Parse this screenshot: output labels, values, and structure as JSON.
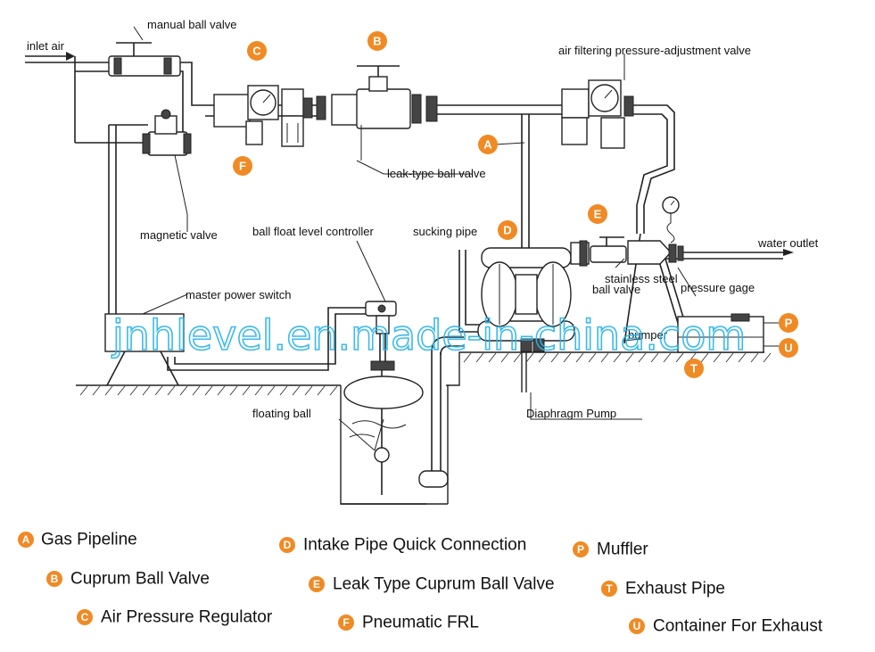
{
  "labels": {
    "inlet_air": "inlet air",
    "manual_ball_valve": "manual ball valve",
    "air_filtering_valve": "air filtering pressure-adjustment valve",
    "leak_type_ball_valve": "leak-type ball valve",
    "magnetic_valve": "magnetic valve",
    "ball_float_level_controller": "ball float level controller",
    "sucking_pipe": "sucking pipe",
    "water_outlet": "water outlet",
    "stainless_steel_ball_valve_1": "stainless steel",
    "stainless_steel_ball_valve_2": "ball valve",
    "pressure_gage": "pressure gage",
    "master_power_switch": "master power switch",
    "bumper": "bumper",
    "diaphragm_pump": "Diaphragm Pump",
    "floating_ball": "floating ball"
  },
  "badges": {
    "A": "A",
    "B": "B",
    "C": "C",
    "D": "D",
    "E": "E",
    "F": "F",
    "P": "P",
    "T": "T",
    "U": "U"
  },
  "watermark": "jnhlevel.en.made-in-china.com",
  "legend": [
    {
      "letter": "A",
      "text": "Gas Pipeline"
    },
    {
      "letter": "B",
      "text": "Cuprum Ball Valve"
    },
    {
      "letter": "C",
      "text": "Air Pressure Regulator"
    },
    {
      "letter": "D",
      "text": "Intake Pipe Quick Connection"
    },
    {
      "letter": "E",
      "text": "Leak Type Cuprum Ball Valve"
    },
    {
      "letter": "F",
      "text": "Pneumatic FRL"
    },
    {
      "letter": "P",
      "text": "Muffler"
    },
    {
      "letter": "T",
      "text": "Exhaust Pipe"
    },
    {
      "letter": "U",
      "text": "Container For Exhaust"
    }
  ],
  "colors": {
    "badge": "#f08a24",
    "watermark": "#27b3ea",
    "line": "#222222"
  }
}
